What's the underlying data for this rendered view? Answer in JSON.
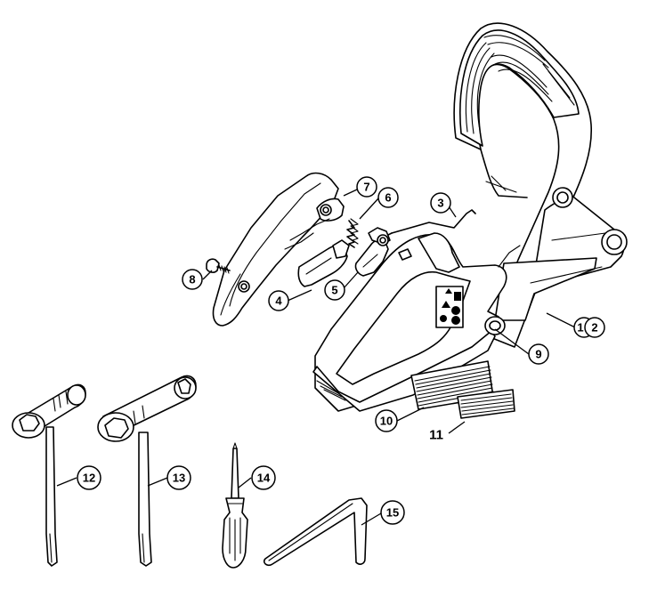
{
  "callouts": [
    {
      "id": "c1",
      "label": "1"
    },
    {
      "id": "c2",
      "label": "2"
    },
    {
      "id": "c3",
      "label": "3"
    },
    {
      "id": "c4",
      "label": "4"
    },
    {
      "id": "c5",
      "label": "5"
    },
    {
      "id": "c6",
      "label": "6"
    },
    {
      "id": "c7",
      "label": "7"
    },
    {
      "id": "c8",
      "label": "8"
    },
    {
      "id": "c9",
      "label": "9"
    },
    {
      "id": "c10",
      "label": "10"
    },
    {
      "id": "c11",
      "label": "11"
    },
    {
      "id": "c12",
      "label": "12"
    },
    {
      "id": "c13",
      "label": "13"
    },
    {
      "id": "c14",
      "label": "14"
    },
    {
      "id": "c15",
      "label": "15"
    }
  ],
  "parts": {
    "handle_housing": {
      "icon": "handle-housing-icon"
    },
    "throttle_lever_cover": {
      "icon": "trigger-cover-icon"
    },
    "spring": {
      "icon": "spring-icon"
    },
    "throttle_trigger": {
      "icon": "trigger-icon"
    },
    "interlock_lever": {
      "icon": "interlock-lever-icon"
    },
    "throttle_rod": {
      "icon": "throttle-rod-icon"
    },
    "screw": {
      "icon": "screw-icon"
    },
    "decal_10": {
      "icon": "decal-icon"
    },
    "decal_11": {
      "icon": "decal-icon"
    },
    "combination_wrench_12": {
      "icon": "wrench-icon"
    },
    "combination_wrench_13": {
      "icon": "wrench-icon"
    },
    "screwdriver": {
      "icon": "screwdriver-icon"
    },
    "hex_key": {
      "icon": "hex-key-icon"
    }
  }
}
